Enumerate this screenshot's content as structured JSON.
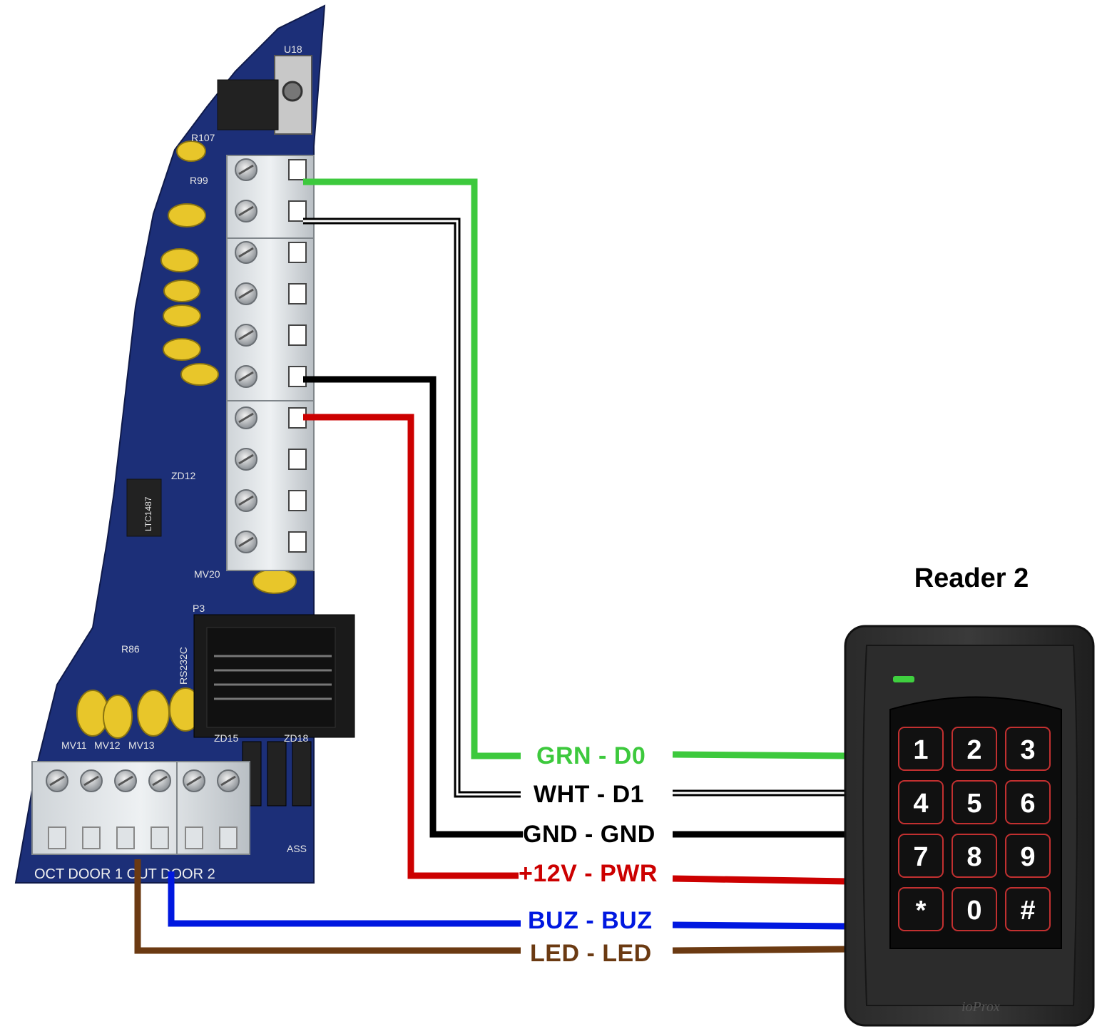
{
  "diagram": {
    "reader_title": "Reader 2",
    "reader_brand": "ioProx",
    "wires": [
      {
        "id": "grn",
        "label": "GRN - D0",
        "color": "#3dc93d"
      },
      {
        "id": "wht",
        "label": "WHT - D1",
        "color": "#000000"
      },
      {
        "id": "gnd",
        "label": "GND - GND",
        "color": "#000000"
      },
      {
        "id": "pwr",
        "label": "+12V - PWR",
        "color": "#cc0000"
      },
      {
        "id": "buz",
        "label": "BUZ - BUZ",
        "color": "#0018e0"
      },
      {
        "id": "led",
        "label": "LED - LED",
        "color": "#6b3a12"
      }
    ],
    "keypad": [
      "1",
      "2",
      "3",
      "4",
      "5",
      "6",
      "7",
      "8",
      "9",
      "*",
      "0",
      "#"
    ],
    "board_silkscreen": {
      "u18": "U18",
      "r107": "R107",
      "r99": "R99",
      "zd12": "ZD12",
      "mv20": "MV20",
      "p3": "P3",
      "rs232c": "RS232C",
      "r86": "R86",
      "mv11": "MV11",
      "mv12": "MV12",
      "mv13": "MV13",
      "zd15": "ZD15",
      "zd18": "ZD18",
      "ass": "ASS",
      "chip": "LTC1487",
      "bottom_strip": "OCT DOOR 1 OUT DOOR 2"
    }
  }
}
